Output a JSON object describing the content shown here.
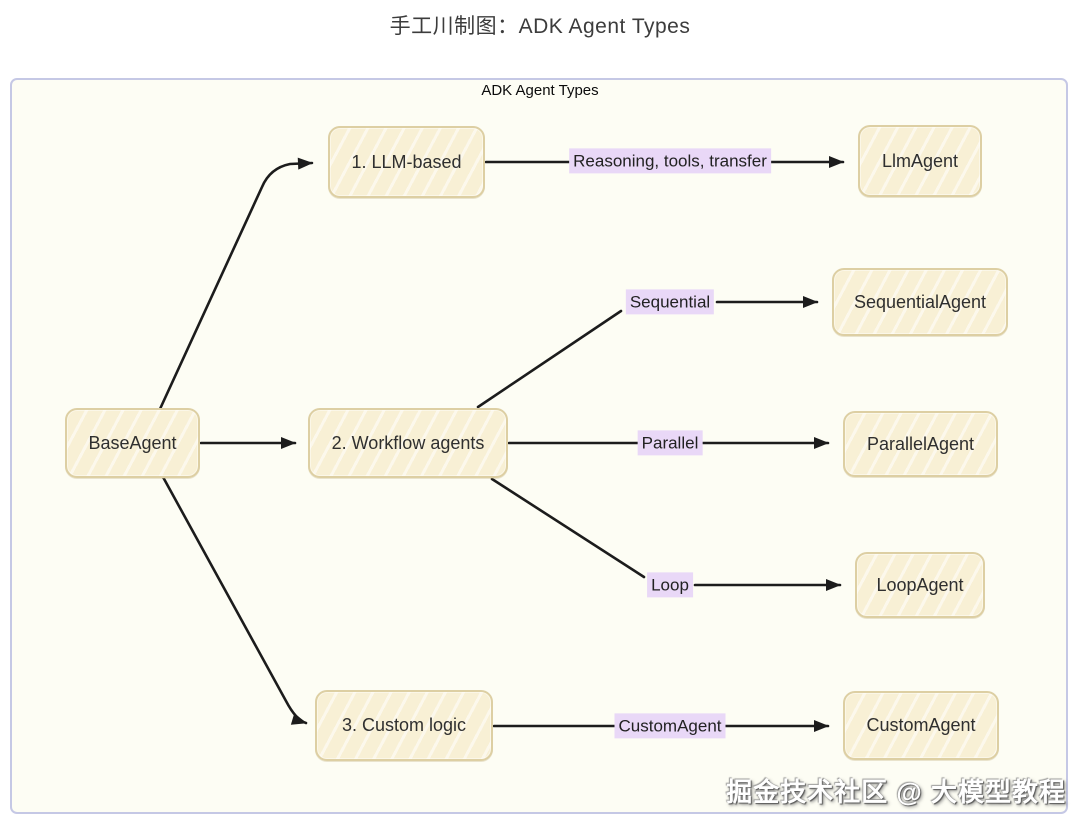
{
  "page": {
    "title": "手工川制图：ADK Agent Types",
    "watermark": "掘金技术社区 @ 大模型教程"
  },
  "diagram": {
    "title": "ADK Agent Types",
    "nodes": {
      "base": {
        "label": "BaseAgent"
      },
      "llm_based": {
        "label": "1. LLM-based"
      },
      "workflow": {
        "label": "2. Workflow agents"
      },
      "custom_logic": {
        "label": "3. Custom logic"
      },
      "llm_agent": {
        "label": "LlmAgent"
      },
      "sequential_agent": {
        "label": "SequentialAgent"
      },
      "parallel_agent": {
        "label": "ParallelAgent"
      },
      "loop_agent": {
        "label": "LoopAgent"
      },
      "custom_agent": {
        "label": "CustomAgent"
      }
    },
    "edge_labels": {
      "llm": "Reasoning, tools, transfer",
      "sequential": "Sequential",
      "parallel": "Parallel",
      "loop": "Loop",
      "custom": "CustomAgent"
    },
    "edges": [
      {
        "from": "BaseAgent",
        "to": "1. LLM-based",
        "label": ""
      },
      {
        "from": "BaseAgent",
        "to": "2. Workflow agents",
        "label": ""
      },
      {
        "from": "BaseAgent",
        "to": "3. Custom logic",
        "label": ""
      },
      {
        "from": "1. LLM-based",
        "to": "LlmAgent",
        "label": "Reasoning, tools, transfer"
      },
      {
        "from": "2. Workflow agents",
        "to": "SequentialAgent",
        "label": "Sequential"
      },
      {
        "from": "2. Workflow agents",
        "to": "ParallelAgent",
        "label": "Parallel"
      },
      {
        "from": "2. Workflow agents",
        "to": "LoopAgent",
        "label": "Loop"
      },
      {
        "from": "3. Custom logic",
        "to": "CustomAgent",
        "label": "CustomAgent"
      }
    ],
    "colors": {
      "node_fill": "#f8f0d5",
      "node_border": "#ddcfa3",
      "edge_label_bg": "#e9d8f7",
      "frame_border": "#c5c8e5",
      "frame_bg": "#fdfdf4",
      "edge": "#1c1c1c"
    }
  }
}
